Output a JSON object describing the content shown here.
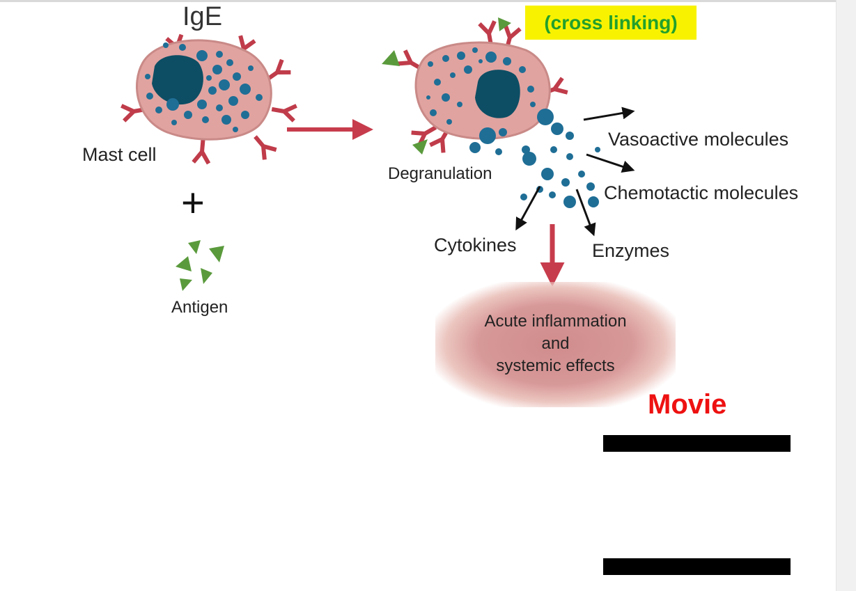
{
  "labels": {
    "ige": "IgE",
    "mast_cell": "Mast cell",
    "plus": "+",
    "antigen": "Antigen",
    "cross_linking": "(cross linking)",
    "degranulation": "Degranulation",
    "vasoactive": "Vasoactive molecules",
    "chemotactic": "Chemotactic molecules",
    "cytokines": "Cytokines",
    "enzymes": "Enzymes",
    "inflammation_line1": "Acute inflammation",
    "inflammation_line2": "and",
    "inflammation_line3": "systemic effects",
    "movie": "Movie"
  },
  "colors": {
    "cell_body": "#e1a3a0",
    "cell_outline": "#c98a87",
    "nucleus": "#0d4e64",
    "granule": "#1f6e96",
    "antibody": "#c03c4a",
    "antigen": "#5a9a3c",
    "arrow_red": "#c73c4c",
    "arrow_black": "#111111",
    "highlight": "#f8f200",
    "highlight_text": "#22a02c",
    "movie_text": "#ee1111"
  }
}
